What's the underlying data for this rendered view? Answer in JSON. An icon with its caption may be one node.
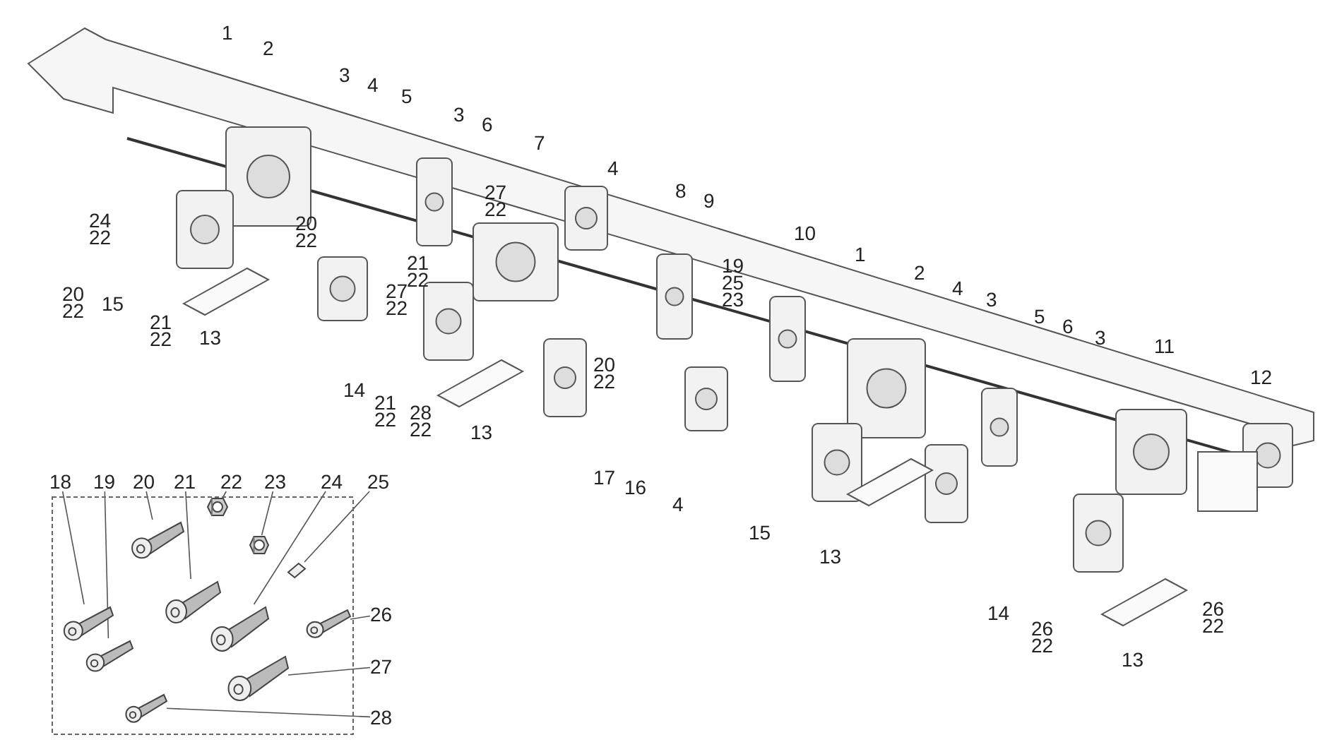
{
  "diagram": {
    "nodes": [
      {
        "text": [
          "18"
        ]
      },
      {
        "text": [
          "19"
        ]
      },
      {
        "text": [
          "20"
        ]
      },
      {
        "text": [
          "21"
        ]
      },
      {
        "text": [
          "22"
        ]
      },
      {
        "text": [
          "23"
        ]
      },
      {
        "text": [
          "24"
        ]
      },
      {
        "text": [
          "25"
        ]
      },
      {
        "text": [
          "26"
        ]
      },
      {
        "text": [
          "27"
        ]
      },
      {
        "text": [
          "28"
        ]
      },
      {
        "text": [],
        "shape": "picture"
      },
      {
        "text": [],
        "shape": "picture"
      },
      {
        "text": [],
        "shape": "picture"
      },
      {
        "text": [],
        "shape": "picture"
      },
      {
        "text": [],
        "shape": "picture"
      },
      {
        "text": [],
        "shape": "picture"
      },
      {
        "text": [],
        "shape": "picture"
      },
      {
        "text": [],
        "shape": "picture"
      },
      {
        "text": [],
        "shape": "picture"
      },
      {
        "text": [],
        "shape": "picture"
      },
      {
        "text": [],
        "shape": "picture"
      }
    ],
    "edges": [
      {
        "from": 0,
        "to": 11,
        "arrow": "none"
      },
      {
        "from": 1,
        "to": 12,
        "arrow": "none"
      },
      {
        "from": 2,
        "to": 13,
        "arrow": "none"
      },
      {
        "from": 3,
        "to": 14,
        "arrow": "none"
      },
      {
        "from": 4,
        "to": 15,
        "arrow": "none"
      },
      {
        "from": 5,
        "to": 16,
        "arrow": "none"
      },
      {
        "from": 6,
        "to": 17,
        "arrow": "none"
      },
      {
        "from": 7,
        "to": 18,
        "arrow": "none"
      },
      {
        "from": 8,
        "to": 19,
        "arrow": "none"
      },
      {
        "from": 9,
        "to": 20,
        "arrow": "none"
      },
      {
        "from": 10,
        "to": 21,
        "arrow": "none"
      }
    ],
    "labels": [
      "1",
      "2",
      "3",
      "4",
      "5",
      "3",
      "6",
      "7",
      "27",
      "22",
      "4",
      "8",
      "9",
      "24",
      "22",
      "20",
      "22",
      "21",
      "22",
      "27",
      "22",
      "19",
      "25",
      "23",
      "10",
      "1",
      "2",
      "4",
      "3",
      "5",
      "6",
      "3",
      "20",
      "22",
      "15",
      "21",
      "22",
      "13",
      "20",
      "22",
      "11",
      "14",
      "21",
      "22",
      "28",
      "22",
      "12",
      "13",
      "17",
      "16",
      "4",
      "15",
      "13",
      "26",
      "22",
      "14",
      "26",
      "22",
      "13"
    ]
  }
}
